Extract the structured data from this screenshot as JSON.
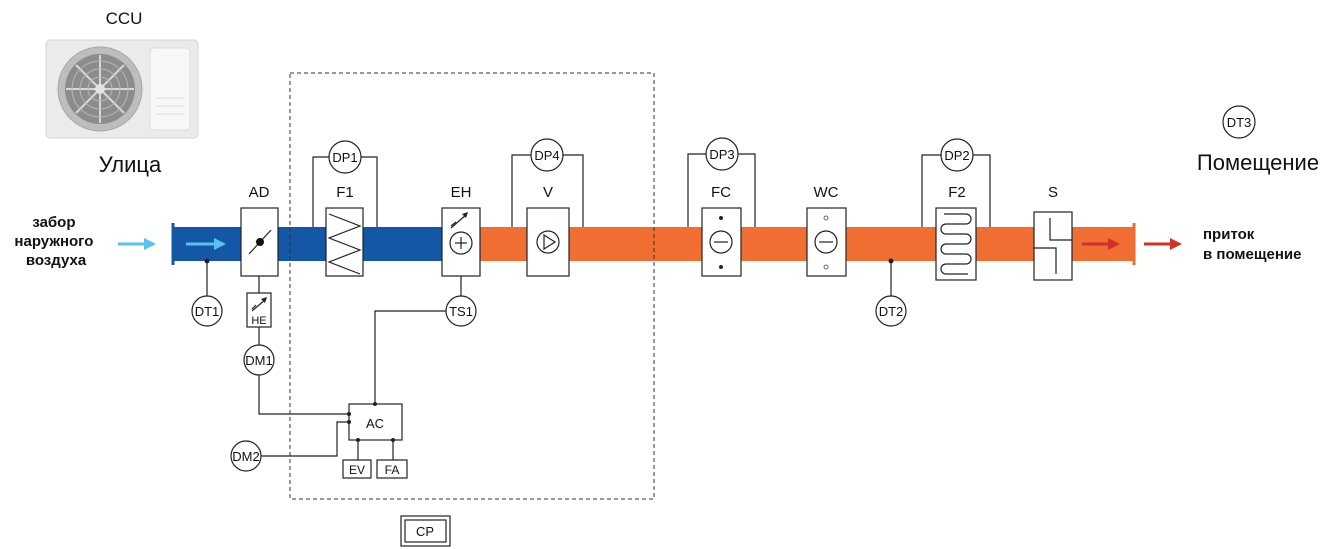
{
  "zones": {
    "outside": "Улица",
    "room": "Помещение"
  },
  "ccu_label": "CCU",
  "intake_label": [
    "забор",
    "наружного",
    "воздуха"
  ],
  "supply_label": [
    "приток",
    "в помещение"
  ],
  "components": {
    "ad": "AD",
    "f1": "F1",
    "eh": "EH",
    "v": "V",
    "fc": "FC",
    "wc": "WC",
    "f2": "F2",
    "s": "S"
  },
  "sensors": {
    "dp1": "DP1",
    "dp4": "DP4",
    "dp3": "DP3",
    "dp2": "DP2",
    "dt1": "DT1",
    "dt2": "DT2",
    "dt3": "DT3",
    "ts1": "TS1",
    "dm1": "DM1",
    "dm2": "DM2"
  },
  "control": {
    "he": "HE",
    "ac": "AC",
    "ev": "EV",
    "fa": "FA",
    "cp": "CP"
  },
  "colors": {
    "cold_duct": "#1457a6",
    "warm_duct": "#f06e32",
    "intake_arrow": "#58c2ee",
    "supply_arrow": "#d3302a"
  }
}
